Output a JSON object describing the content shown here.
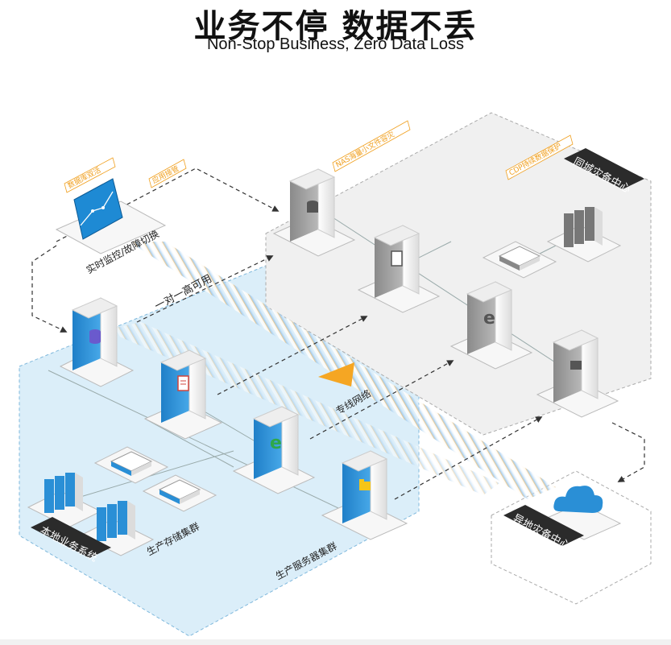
{
  "title": {
    "main": "业务不停  数据不丢",
    "sub": "Non-Stop Business, Zero Data Loss"
  },
  "tags": {
    "db_mirror": "数据库双活",
    "app_takeover": "应用接管",
    "nas_dr": "NAS海量小文件容灾",
    "cdp": "CDP持续数据保护"
  },
  "labels": {
    "realtime_switch": "实时监控/故障切换",
    "one_to_one": "一对一高可用",
    "dedicated_line": "专线网络",
    "local_system": "本地业务系统",
    "storage_cluster": "生产存储集群",
    "server_cluster": "生产服务器集群",
    "same_city_dr": "同城灾备中心",
    "remote_dr": "异地灾备中心"
  },
  "colors": {
    "local_zone": "#dbeef9",
    "dr_zone": "#f0f0f0",
    "tag_text": "#f0a020",
    "server_blue": "#2a8fd6",
    "server_gray": "#9a9a9a",
    "arrow_orange": "#f5a623",
    "dark_badge": "#2b2b2b"
  },
  "icons": {
    "db": "database-icon",
    "doc": "document-icon",
    "ie": "browser-icon",
    "folder": "folder-icon",
    "cloud": "cloud-icon"
  }
}
